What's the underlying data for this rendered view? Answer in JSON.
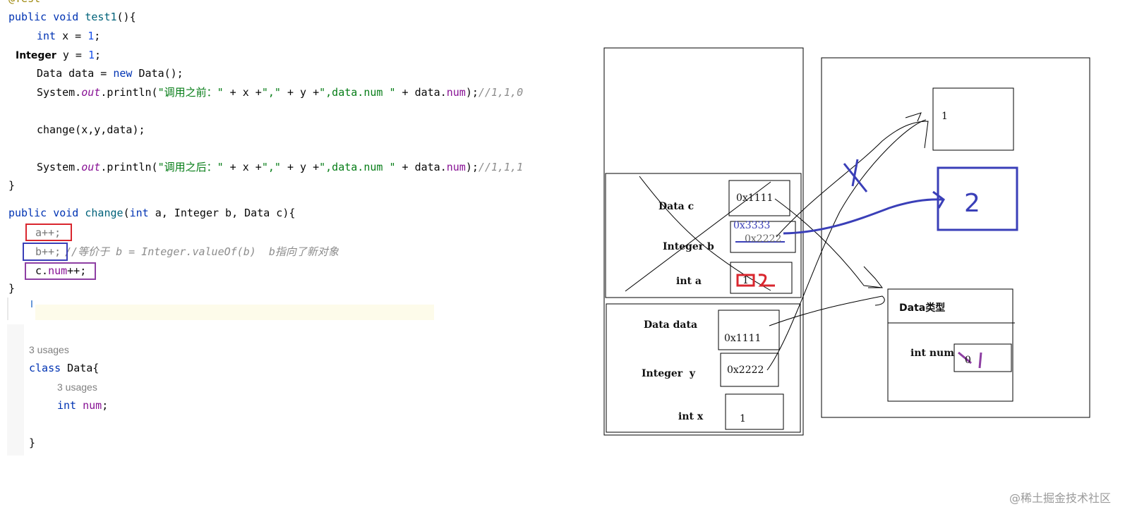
{
  "code": {
    "annotation": "@Test",
    "method1_sig": [
      "public void ",
      "test1",
      "(){"
    ],
    "l_int_x": [
      "int",
      " x = ",
      "1",
      ";"
    ],
    "l_integer_y": [
      "Integer",
      " y = ",
      "1",
      ";"
    ],
    "l_data": [
      "Data data = ",
      "new",
      " Data();"
    ],
    "l_print1": [
      "System.",
      "out",
      ".println(",
      "\"调用之前：\"",
      " + x +",
      "\",\"",
      " + y +",
      "\",data.num \"",
      " + data.",
      "num",
      ");",
      "//1,1,0"
    ],
    "l_change_call": "change(x,y,data);",
    "l_print2": [
      "System.",
      "out",
      ".println(",
      "\"调用之后：\"",
      " + x +",
      "\",\"",
      " + y +",
      "\",data.num \"",
      " + data.",
      "num",
      ");",
      "//1,1,1"
    ],
    "close_brace": "}",
    "method2_sig": [
      "public void ",
      "change",
      "(",
      "int",
      " a, Integer b, Data c){"
    ],
    "l_a_inc": "a++;",
    "l_b_inc": "b++;",
    "l_b_comment": "//等价于 b = Integer.valueOf(b)  b指向了新对象",
    "l_c_inc": [
      "c.",
      "num",
      "++;"
    ],
    "usages1": "3 usages",
    "class_decl": [
      "class",
      " Data{"
    ],
    "usages2": "3 usages",
    "field_decl": [
      "int",
      " num",
      ";"
    ]
  },
  "diagram": {
    "stack_change": {
      "c_label": "Data c",
      "c_value": "0x1111",
      "b_label": "Integer b",
      "b_value_new": "0x3333",
      "b_value_old": "0x2222",
      "a_label": "int a",
      "a_value": "1"
    },
    "stack_test1": {
      "data_label": "Data data",
      "data_value": "0x1111",
      "y_label": "Integer  y",
      "y_value": "0x2222",
      "x_label": "int x",
      "x_value": "1"
    },
    "heap": {
      "integer1_value": "1",
      "integer2_value": "2",
      "data_title": "Data类型",
      "num_label": "int num",
      "num_value": "0"
    }
  },
  "watermark": "@稀土掘金技术社区",
  "colors": {
    "red": "#d9262e",
    "blue": "#3a3fb8",
    "purple": "#8e3fa3"
  }
}
